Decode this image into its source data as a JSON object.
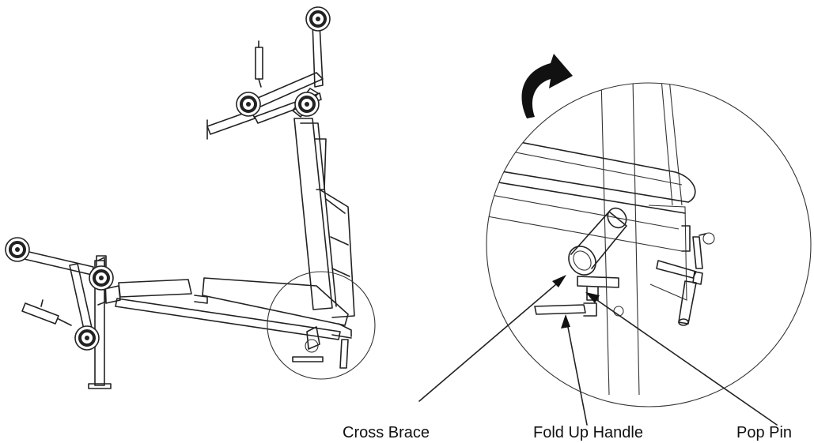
{
  "labels": {
    "cross_brace": "Cross Brace",
    "fold_up_handle": "Fold Up Handle",
    "pop_pin": "Pop Pin"
  },
  "icons": {
    "rotation": "curved-arrow-icon",
    "pointer": "arrow-icon"
  },
  "colors": {
    "line": "#222222",
    "background": "#ffffff"
  }
}
